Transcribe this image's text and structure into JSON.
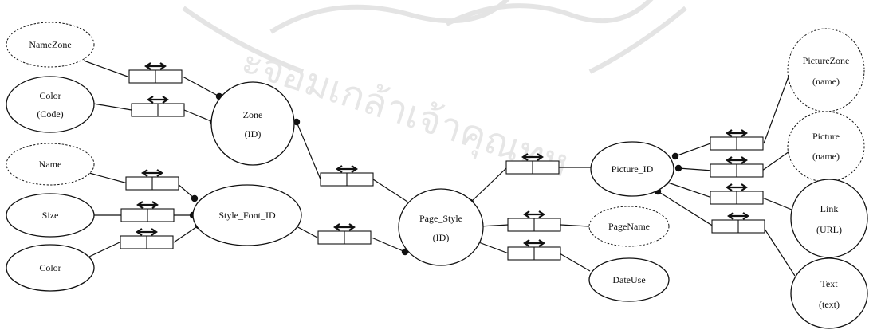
{
  "watermark": {
    "text": "ะจอมเกล้าเจ้าคุณทห",
    "color": "#e8e8e8"
  },
  "entities": {
    "zone": {
      "lines": [
        "Zone",
        "(ID)"
      ]
    },
    "style_font": {
      "lines": [
        "Style_Font_ID"
      ]
    },
    "page_style": {
      "lines": [
        "Page_Style",
        "(ID)"
      ]
    },
    "picture": {
      "lines": [
        "Picture_ID"
      ]
    }
  },
  "attributes": {
    "namezone": {
      "lines": [
        "NameZone"
      ],
      "style": "dashed"
    },
    "color_code": {
      "lines": [
        "Color",
        "(Code)"
      ],
      "style": "solid"
    },
    "name": {
      "lines": [
        "Name"
      ],
      "style": "dashed"
    },
    "size": {
      "lines": [
        "Size"
      ],
      "style": "solid"
    },
    "color": {
      "lines": [
        "Color"
      ],
      "style": "solid"
    },
    "picturezone": {
      "lines": [
        "PictureZone",
        "(name)"
      ],
      "style": "dashed"
    },
    "picture_name": {
      "lines": [
        "Picture",
        "(name)"
      ],
      "style": "dashed"
    },
    "link": {
      "lines": [
        "Link",
        "(URL)"
      ],
      "style": "solid"
    },
    "text": {
      "lines": [
        "Text",
        "(text)"
      ],
      "style": "solid"
    },
    "pagename": {
      "lines": [
        "PageName"
      ],
      "style": "dashed"
    },
    "dateuse": {
      "lines": [
        "DateUse"
      ],
      "style": "solid"
    }
  },
  "connectors": [
    {
      "from": "namezone",
      "to": "zone"
    },
    {
      "from": "color_code",
      "to": "zone"
    },
    {
      "from": "name",
      "to": "style_font"
    },
    {
      "from": "size",
      "to": "style_font"
    },
    {
      "from": "color",
      "to": "style_font"
    },
    {
      "from": "zone",
      "to": "page_style"
    },
    {
      "from": "style_font",
      "to": "page_style"
    },
    {
      "from": "page_style",
      "to": "picture"
    },
    {
      "from": "page_style",
      "to": "pagename"
    },
    {
      "from": "page_style",
      "to": "dateuse"
    },
    {
      "from": "picture",
      "to": "picturezone"
    },
    {
      "from": "picture",
      "to": "picture_name"
    },
    {
      "from": "picture",
      "to": "link"
    },
    {
      "from": "picture",
      "to": "text"
    }
  ]
}
